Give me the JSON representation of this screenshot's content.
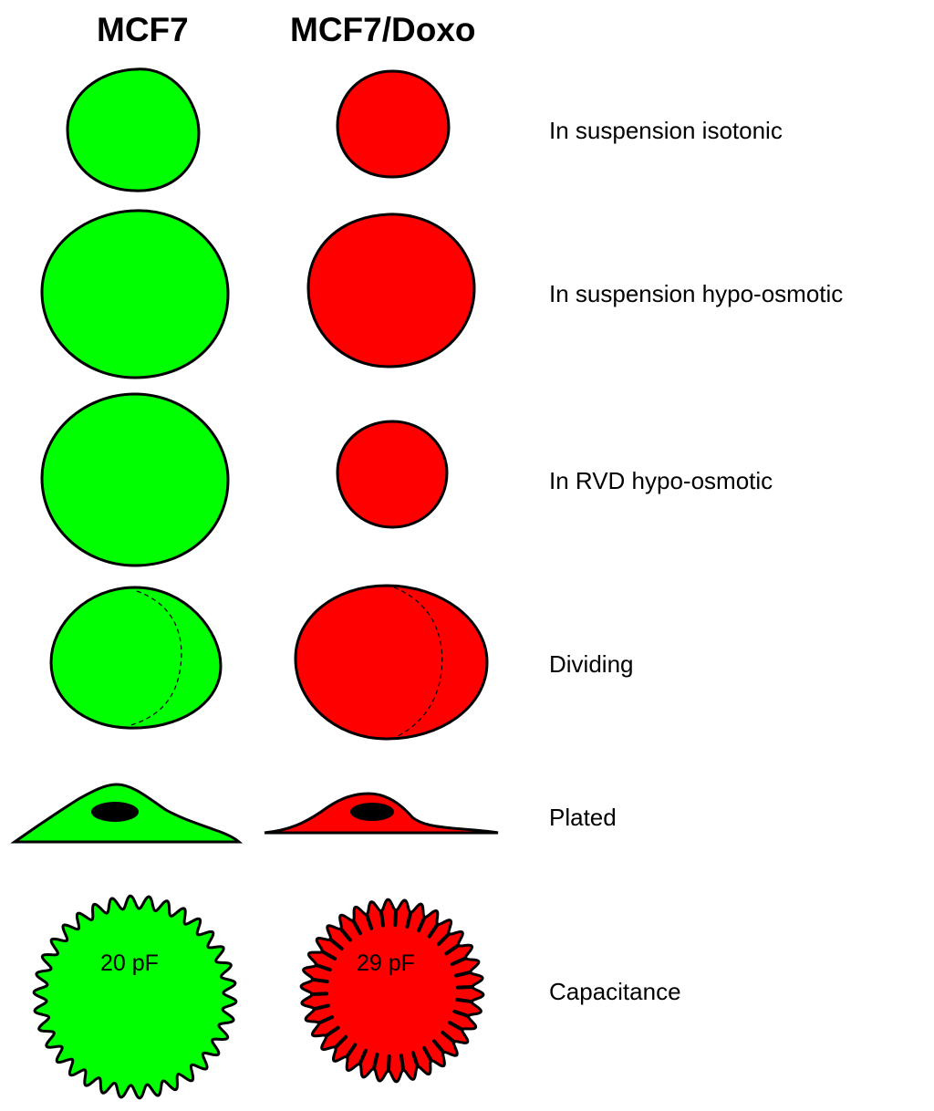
{
  "columns": {
    "mcf7": "MCF7",
    "doxo": "MCF7/Doxo"
  },
  "rows": {
    "suspension_isotonic": "In suspension isotonic",
    "suspension_hypo": "In suspension hypo-osmotic",
    "rvd_hypo": "In RVD hypo-osmotic",
    "dividing": "Dividing",
    "plated": "Plated",
    "capacitance": "Capacitance"
  },
  "capacitance": {
    "mcf7": "20 pF",
    "doxo": "29 pF"
  },
  "colors": {
    "mcf7": "#00ff00",
    "doxo": "#ff0000",
    "outline": "#000000"
  }
}
